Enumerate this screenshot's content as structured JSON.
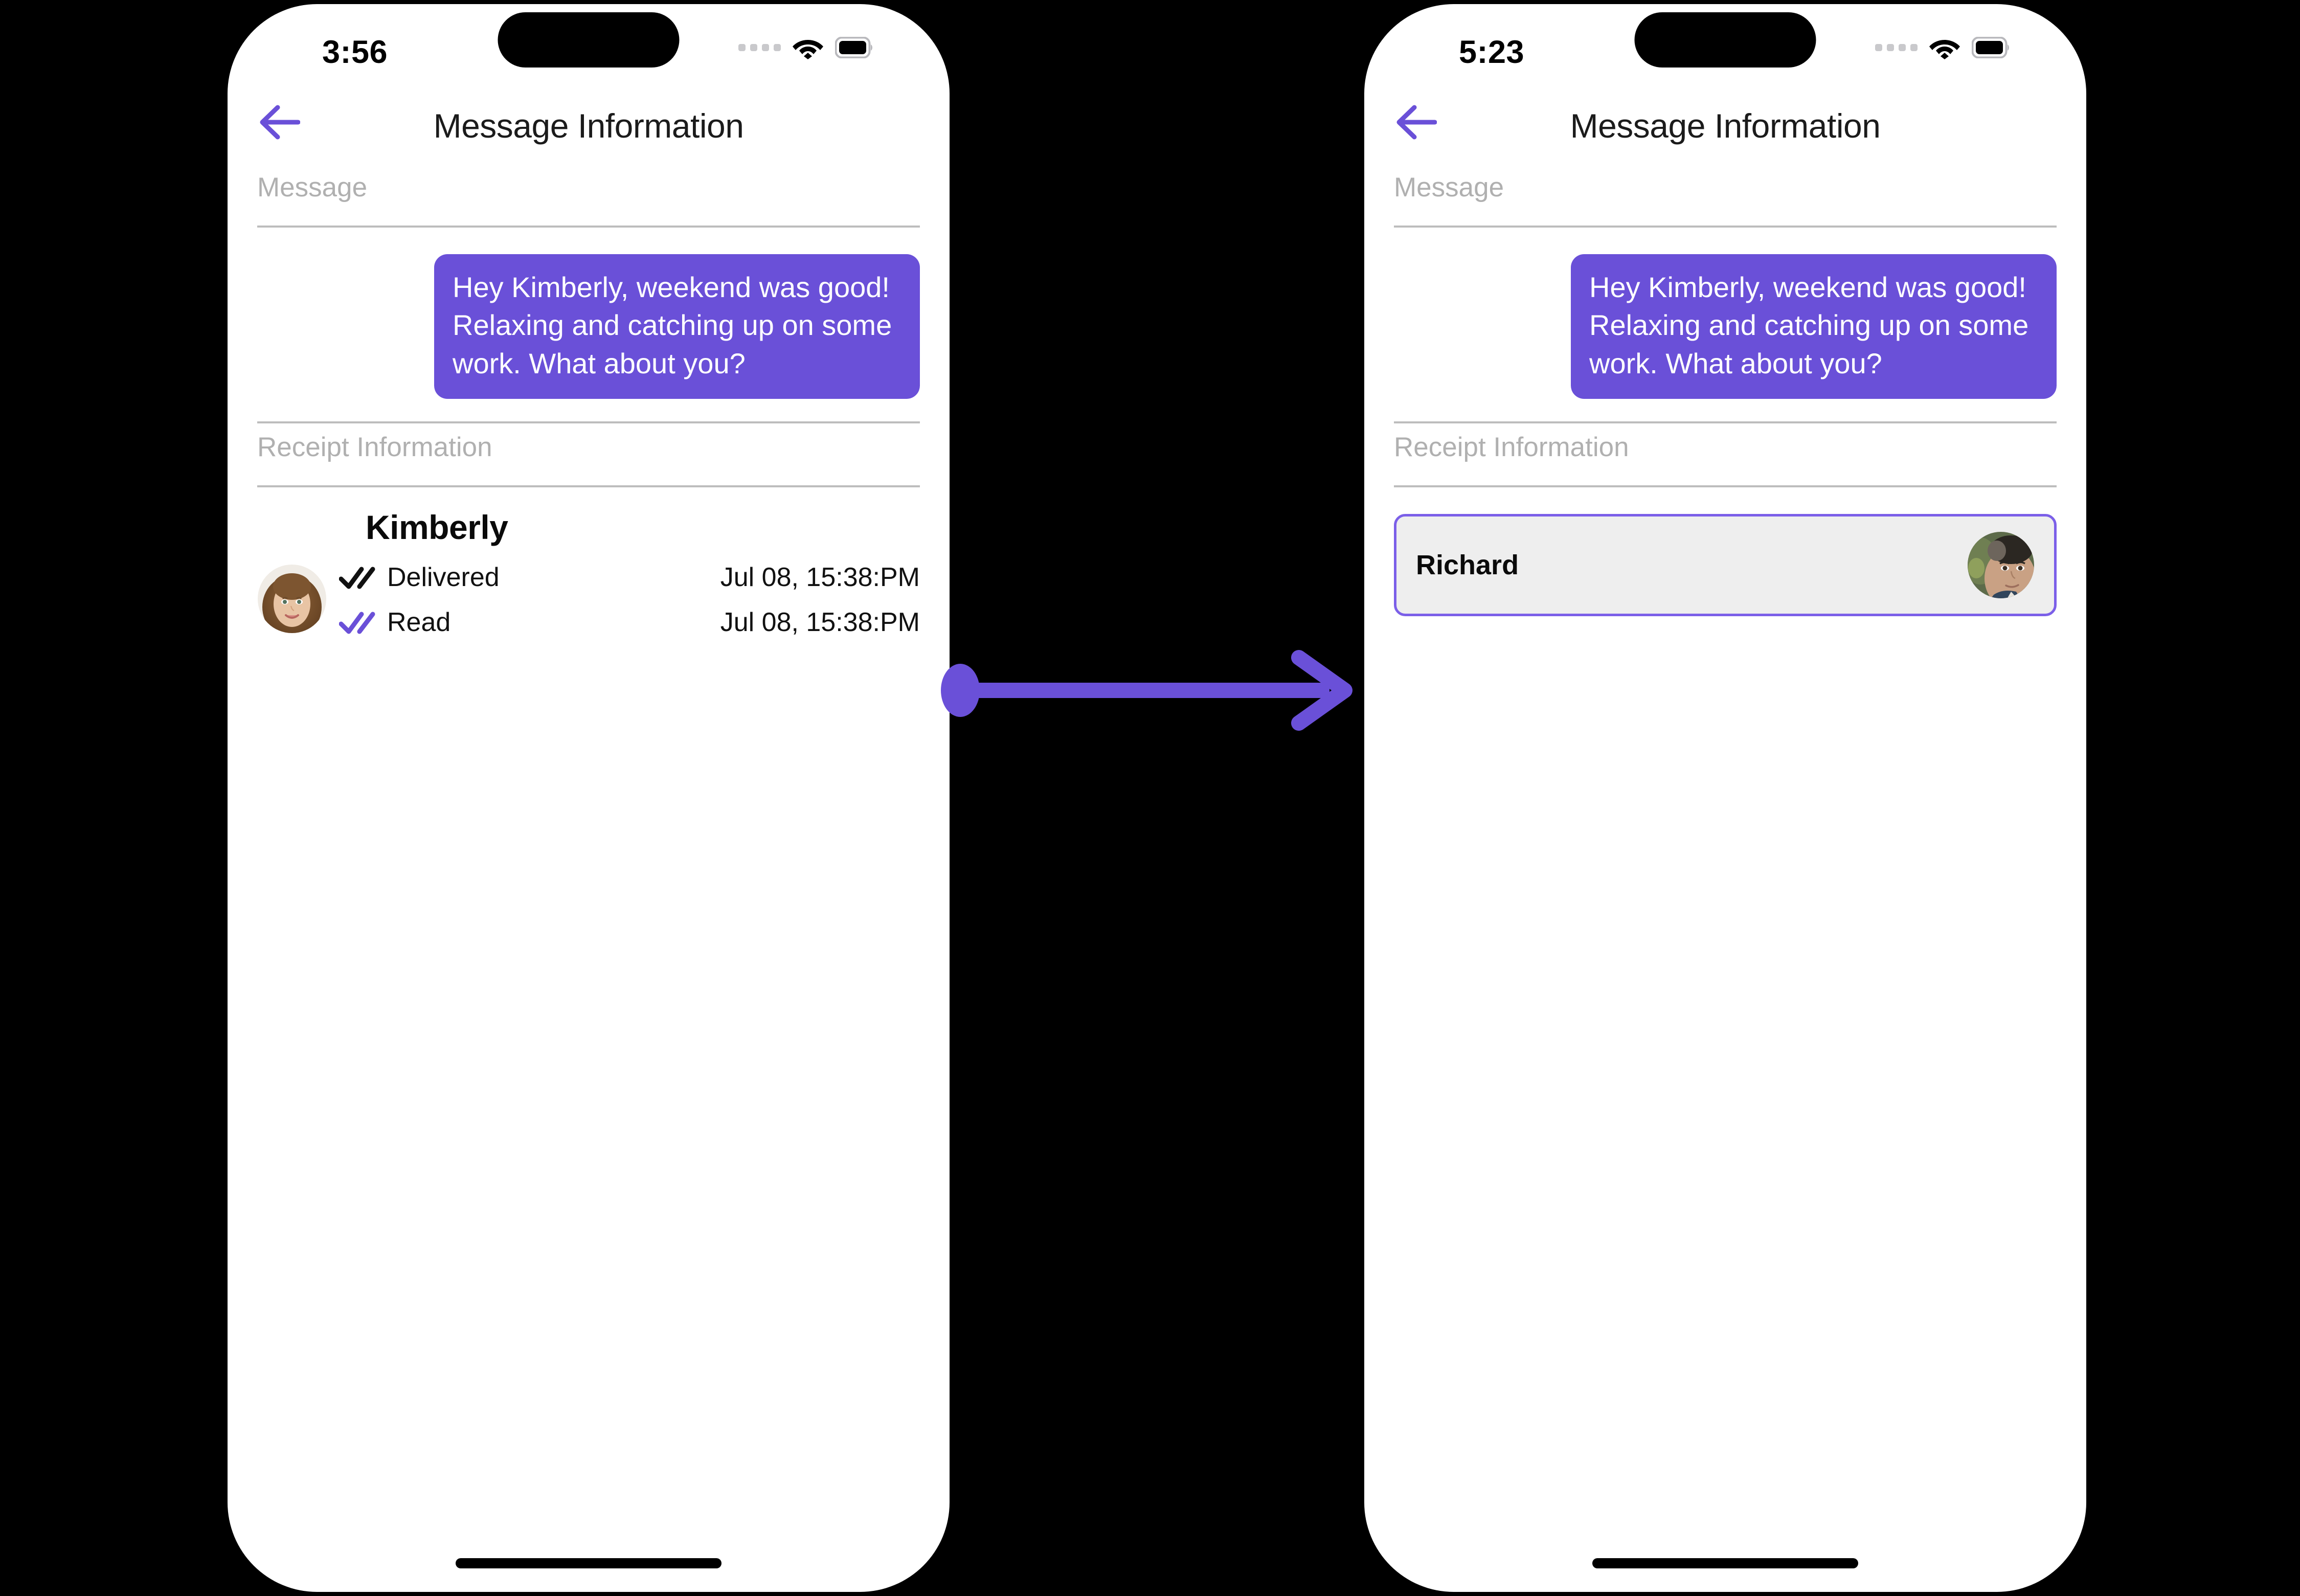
{
  "theme": {
    "accent_purple": "#6a50d8",
    "card_border_purple": "#7b5fe8",
    "card_background": "#eeeeee",
    "section_label_gray": "#b0b0b0",
    "divider_gray": "#bdbdbd",
    "backdrop": "#000000",
    "bubble_text": "#ffffff"
  },
  "connector": {
    "name": "flow-arrow",
    "color": "#6a50d8",
    "direction": "left-to-right"
  },
  "screens": [
    {
      "id": "screen-before",
      "status_bar": {
        "time": "3:56",
        "signal_icon": "signal-dots-icon",
        "wifi_icon": "wifi-icon",
        "battery_icon": "battery-icon"
      },
      "nav": {
        "back_icon": "back-arrow-icon",
        "title": "Message Information"
      },
      "sections": {
        "message_label": "Message",
        "receipt_label": "Receipt Information"
      },
      "message": {
        "text": "Hey Kimberly, weekend was good!  Relaxing and catching up on some work. What about you?"
      },
      "receipt": {
        "contact_name": "Kimberly",
        "avatar_icon": "avatar-kimberly",
        "rows": [
          {
            "status": "Delivered",
            "timestamp": "Jul 08, 15:38:PM",
            "check_icon": "double-check-icon",
            "check_color": "#111111"
          },
          {
            "status": "Read",
            "timestamp": "Jul 08, 15:38:PM",
            "check_icon": "double-check-icon",
            "check_color": "#6a50d8"
          }
        ]
      },
      "home_indicator": "home-indicator"
    },
    {
      "id": "screen-after",
      "status_bar": {
        "time": "5:23",
        "signal_icon": "signal-dots-icon",
        "wifi_icon": "wifi-icon",
        "battery_icon": "battery-icon"
      },
      "nav": {
        "back_icon": "back-arrow-icon",
        "title": "Message Information"
      },
      "sections": {
        "message_label": "Message",
        "receipt_label": "Receipt Information"
      },
      "message": {
        "text": "Hey Kimberly, weekend was good!  Relaxing and catching up on some work. What about you?"
      },
      "contact_card": {
        "name": "Richard",
        "avatar_icon": "avatar-richard",
        "selected": true
      },
      "home_indicator": "home-indicator"
    }
  ]
}
